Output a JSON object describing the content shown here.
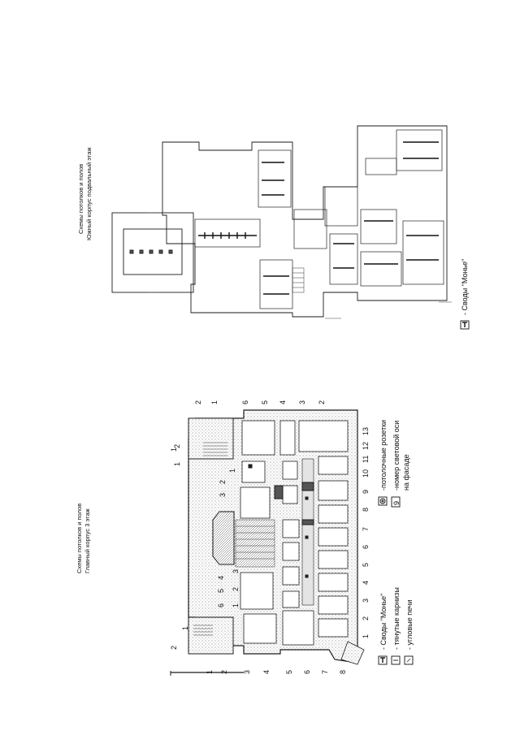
{
  "sheet": {
    "main_title_line1": "Схемы потолков и полов",
    "main_title_line2": "Главный корпус 3 этаж",
    "south_title_line1": "Схемы потолков и полов",
    "south_title_line2": "Южный  корпус подвальный этаж"
  },
  "legend": {
    "vaults": "- Своды \"Монье\"",
    "cornices": "- тянутые карнизы",
    "stoves": "- угловые печи",
    "rosettes": "-потолочные розетки",
    "axis_number_line1": "-номер световой оси",
    "axis_number_line2": "на фасаде",
    "axis_sample": "9",
    "south_vaults": "- Своды \"Монье\""
  },
  "axes": {
    "top_row": [
      "2",
      "1",
      "6",
      "5",
      "4",
      "3",
      "2"
    ],
    "bottom_row": [
      "1",
      "2",
      "3",
      "4",
      "5",
      "6",
      "7",
      "8"
    ],
    "lower_axes": [
      "13",
      "12",
      "11",
      "10",
      "9",
      "8",
      "7",
      "6",
      "5",
      "4",
      "3",
      "2",
      "1"
    ],
    "upper_left": [
      "1",
      "2"
    ],
    "mid": [
      "1",
      "3",
      "2",
      "1",
      "6",
      "5",
      "4",
      "3",
      "2",
      "1",
      "2",
      "1"
    ]
  },
  "colors": {
    "ink": "#1a1a1a",
    "stipple": "#8c8c8c",
    "paper": "#ffffff"
  }
}
